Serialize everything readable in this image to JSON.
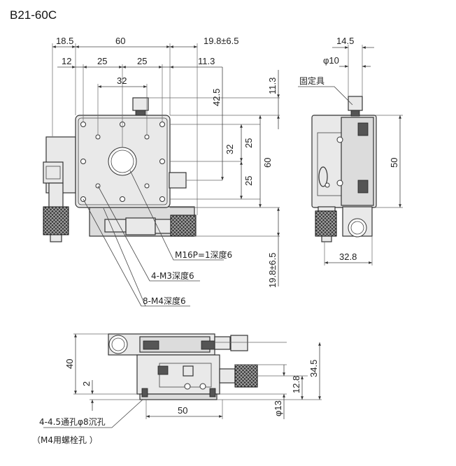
{
  "title": "B21-60C",
  "top_view": {
    "dims": {
      "d18_5": "18.5",
      "d60": "60",
      "d19_8": "19.8±6.5",
      "d12": "12",
      "d25a": "25",
      "d25b": "25",
      "d11_3h": "11.3",
      "d32": "32",
      "d42_5": "42.5",
      "d11_3v": "11.3",
      "d32v": "32",
      "d25v1": "25",
      "d25v2": "25",
      "d60v": "60",
      "d19_8v": "19.8±6.5"
    },
    "callouts": {
      "center_hole": "M16P=1深度6",
      "m3": "4-M3深度6",
      "m4": "8-M4深度6"
    }
  },
  "side_view": {
    "dims": {
      "d14_5": "14.5",
      "phi10": "φ10",
      "d50": "50",
      "d32_8": "32.8"
    },
    "callouts": {
      "clamp": "固定具"
    }
  },
  "front_view": {
    "dims": {
      "d40": "40",
      "d2": "2",
      "d34_5": "34.5",
      "d12_8": "12.8",
      "phi13": "φ13",
      "d50": "50"
    },
    "callouts": {
      "holes": "4-4.5通孔φ8沉孔",
      "bolt": "（M4用螺栓孔 ）"
    }
  }
}
